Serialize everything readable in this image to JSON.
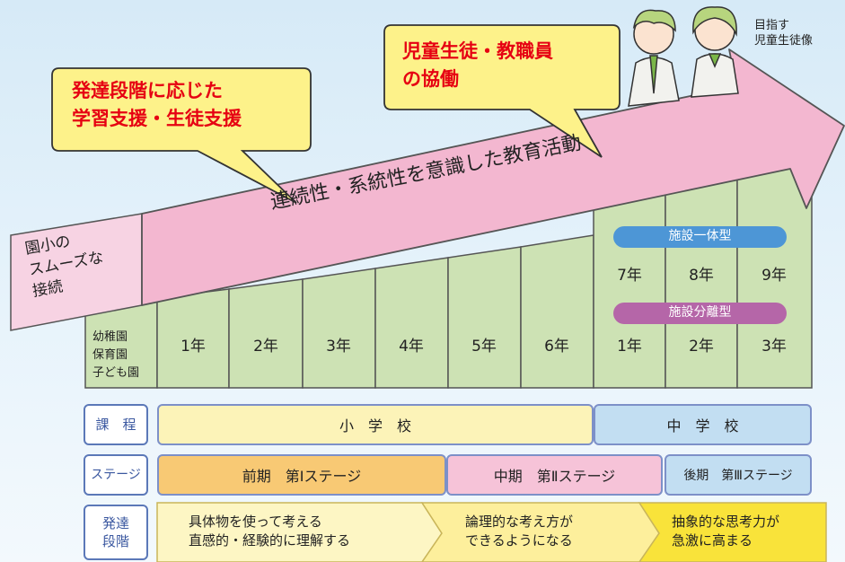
{
  "colors": {
    "grade_fill": "#cde2b4",
    "arrow_fill": "#f3b7d0",
    "bubble_fill": "#fdf28a",
    "red_text": "#e60012",
    "pill_blue": "#4d96d6",
    "pill_purple": "#b566a8",
    "shogakko": "#fcf3b8",
    "chugakko": "#c2def2",
    "stage1": "#f8c974",
    "stage2": "#f6c3d8",
    "stage3": "#c2def2"
  },
  "bubbles": {
    "left": [
      "発達段階に応じた",
      "学習支援・生徒支援"
    ],
    "right": [
      "児童生徒・教職員",
      "の協働"
    ]
  },
  "arrow": {
    "text": "連続性・系統性を意識した教育活動"
  },
  "goal": {
    "line1": "目指す",
    "line2": "児童生徒像"
  },
  "smooth": {
    "line1": "園小の",
    "line2": "スムーズな",
    "line3": "接続"
  },
  "preschool": {
    "line1": "幼稚園",
    "line2": "保育園",
    "line3": "子ども園"
  },
  "elementary_grades": [
    "1年",
    "2年",
    "3年",
    "4年",
    "5年",
    "6年"
  ],
  "integrated": {
    "label": "施設一体型",
    "grades": [
      "7年",
      "8年",
      "9年"
    ]
  },
  "separated": {
    "label": "施設分離型",
    "grades": [
      "1年",
      "2年",
      "3年"
    ]
  },
  "rows": {
    "course": {
      "label": "課　程",
      "shogakko": "小　学　校",
      "chugakko": "中　学　校"
    },
    "stage": {
      "label": "ステージ",
      "s1": "前期　第Ⅰステージ",
      "s2": "中期　第Ⅱステージ",
      "s3": "後期　第Ⅲステージ"
    },
    "development": {
      "label1": "発達",
      "label2": "段階",
      "d1a": "具体物を使って考える",
      "d1b": "直感的・経験的に理解する",
      "d2a": "論理的な考え方が",
      "d2b": "できるようになる",
      "d3a": "抽象的な思考力が",
      "d3b": "急激に高まる"
    }
  }
}
